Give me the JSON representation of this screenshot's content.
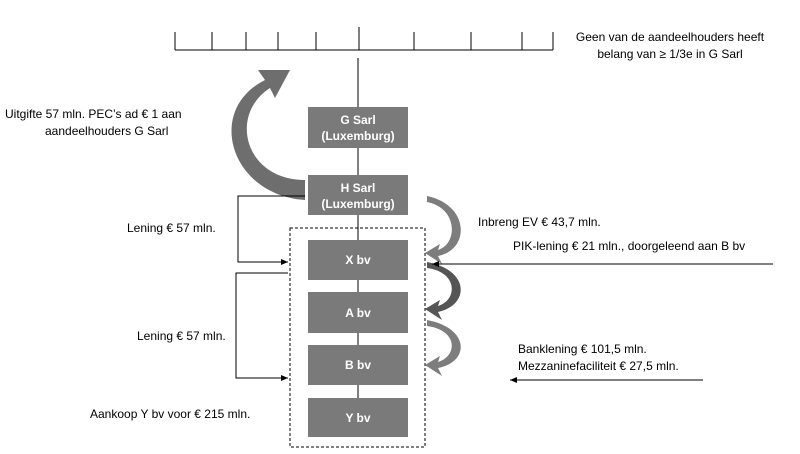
{
  "top_note": [
    "Geen van de aandeelhouders heeft",
    "belang van ≥ 1/3e in G Sarl"
  ],
  "issue_note": [
    "Uitgifte 57 mln. PEC’s ad € 1 aan",
    "aandeelhouders G Sarl"
  ],
  "entities": [
    {
      "name": "G Sarl",
      "sub": "(Luxemburg)"
    },
    {
      "name": "H Sarl",
      "sub": "(Luxemburg)"
    },
    {
      "name": "X bv"
    },
    {
      "name": "A bv"
    },
    {
      "name": "B bv"
    },
    {
      "name": "Y bv"
    }
  ],
  "left_labels": {
    "loan1": "Lening € 57 mln.",
    "loan2": "Lening €  57 mln.",
    "purchase": "Aankoop Y bv voor € 215 mln."
  },
  "right_labels": {
    "equity": "Inbreng EV € 43,7 mln.",
    "pik": "PIK-lening € 21 mln., doorgeleend aan B bv",
    "bank": "Banklening € 101,5 mln.",
    "mezz": "Mezzaninefaciliteit € 27,5 mln."
  }
}
